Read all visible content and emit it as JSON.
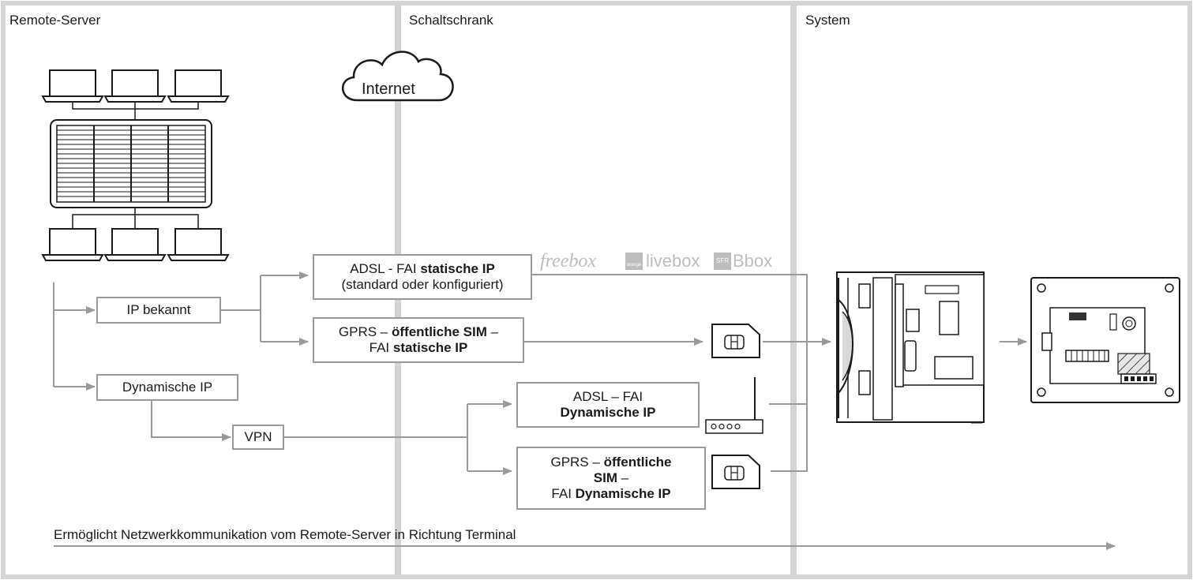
{
  "columns": [
    {
      "title": "Remote-Server"
    },
    {
      "title": "Schaltschrank"
    },
    {
      "title": "System"
    }
  ],
  "cloud_label": "Internet",
  "boxes": {
    "ip_known": {
      "line1": "IP bekannt"
    },
    "dynamic_ip": {
      "line1": "Dynamische IP"
    },
    "vpn": {
      "line1": "VPN"
    },
    "adsl_static": {
      "line1_a": "ADSL - FAI ",
      "line1_b": "statische IP",
      "line2": "(standard oder konfiguriert)"
    },
    "gprs_static": {
      "line1_a": "GPRS – ",
      "line1_b": "öffentliche SIM",
      "line1_c": " –",
      "line2_a": "FAI ",
      "line2_b": "statische IP"
    },
    "adsl_dynamic": {
      "line1": "ADSL – FAI",
      "line2": "Dynamische IP"
    },
    "gprs_dynamic": {
      "line1_a": "GPRS – ",
      "line1_b": "öffentliche",
      "line2_a": "SIM",
      "line2_b": " –",
      "line3_a": "FAI ",
      "line3_b": "Dynamische IP"
    }
  },
  "providers": {
    "freebox": "freebox",
    "livebox": "livebox",
    "orange_mark": "orange",
    "sfr_mark": "SFR",
    "bbox": "Bbox"
  },
  "footer": "Ermöglicht Netzwerkkommunikation vom Remote-Server in Richtung Terminal"
}
